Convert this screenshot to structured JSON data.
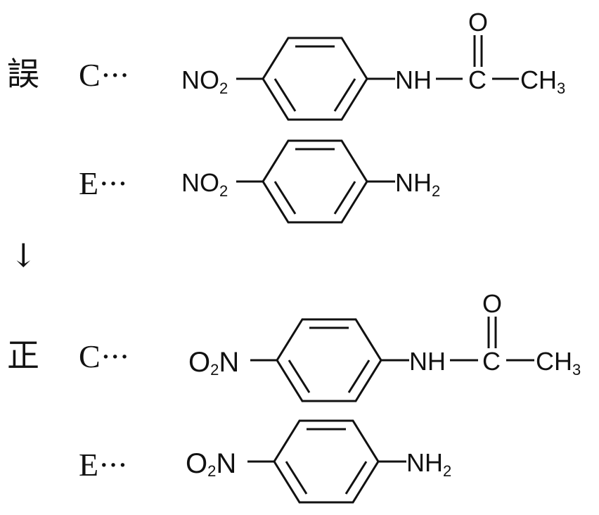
{
  "wrong_label": "誤",
  "arrow": "↓",
  "correct_label": "正",
  "wrong": {
    "c": {
      "tag": "C",
      "dots": "···",
      "left": "NO",
      "left_sub": "2",
      "amine": "NH",
      "carbonyl_o": "O",
      "carbonyl_c": "C",
      "methyl": "CH",
      "methyl_sub": "3"
    },
    "e": {
      "tag": "E",
      "dots": "···",
      "left": "NO",
      "left_sub": "2",
      "right": "NH",
      "right_sub": "2"
    }
  },
  "correct": {
    "c": {
      "tag": "C",
      "dots": "···",
      "left_o": "O",
      "left_sub": "2",
      "left_n": "N",
      "amine": "NH",
      "carbonyl_o": "O",
      "carbonyl_c": "C",
      "methyl": "CH",
      "methyl_sub": "3"
    },
    "e": {
      "tag": "E",
      "dots": "···",
      "left_o": "O",
      "left_sub": "2",
      "left_n": "N",
      "right": "NH",
      "right_sub": "2"
    }
  }
}
